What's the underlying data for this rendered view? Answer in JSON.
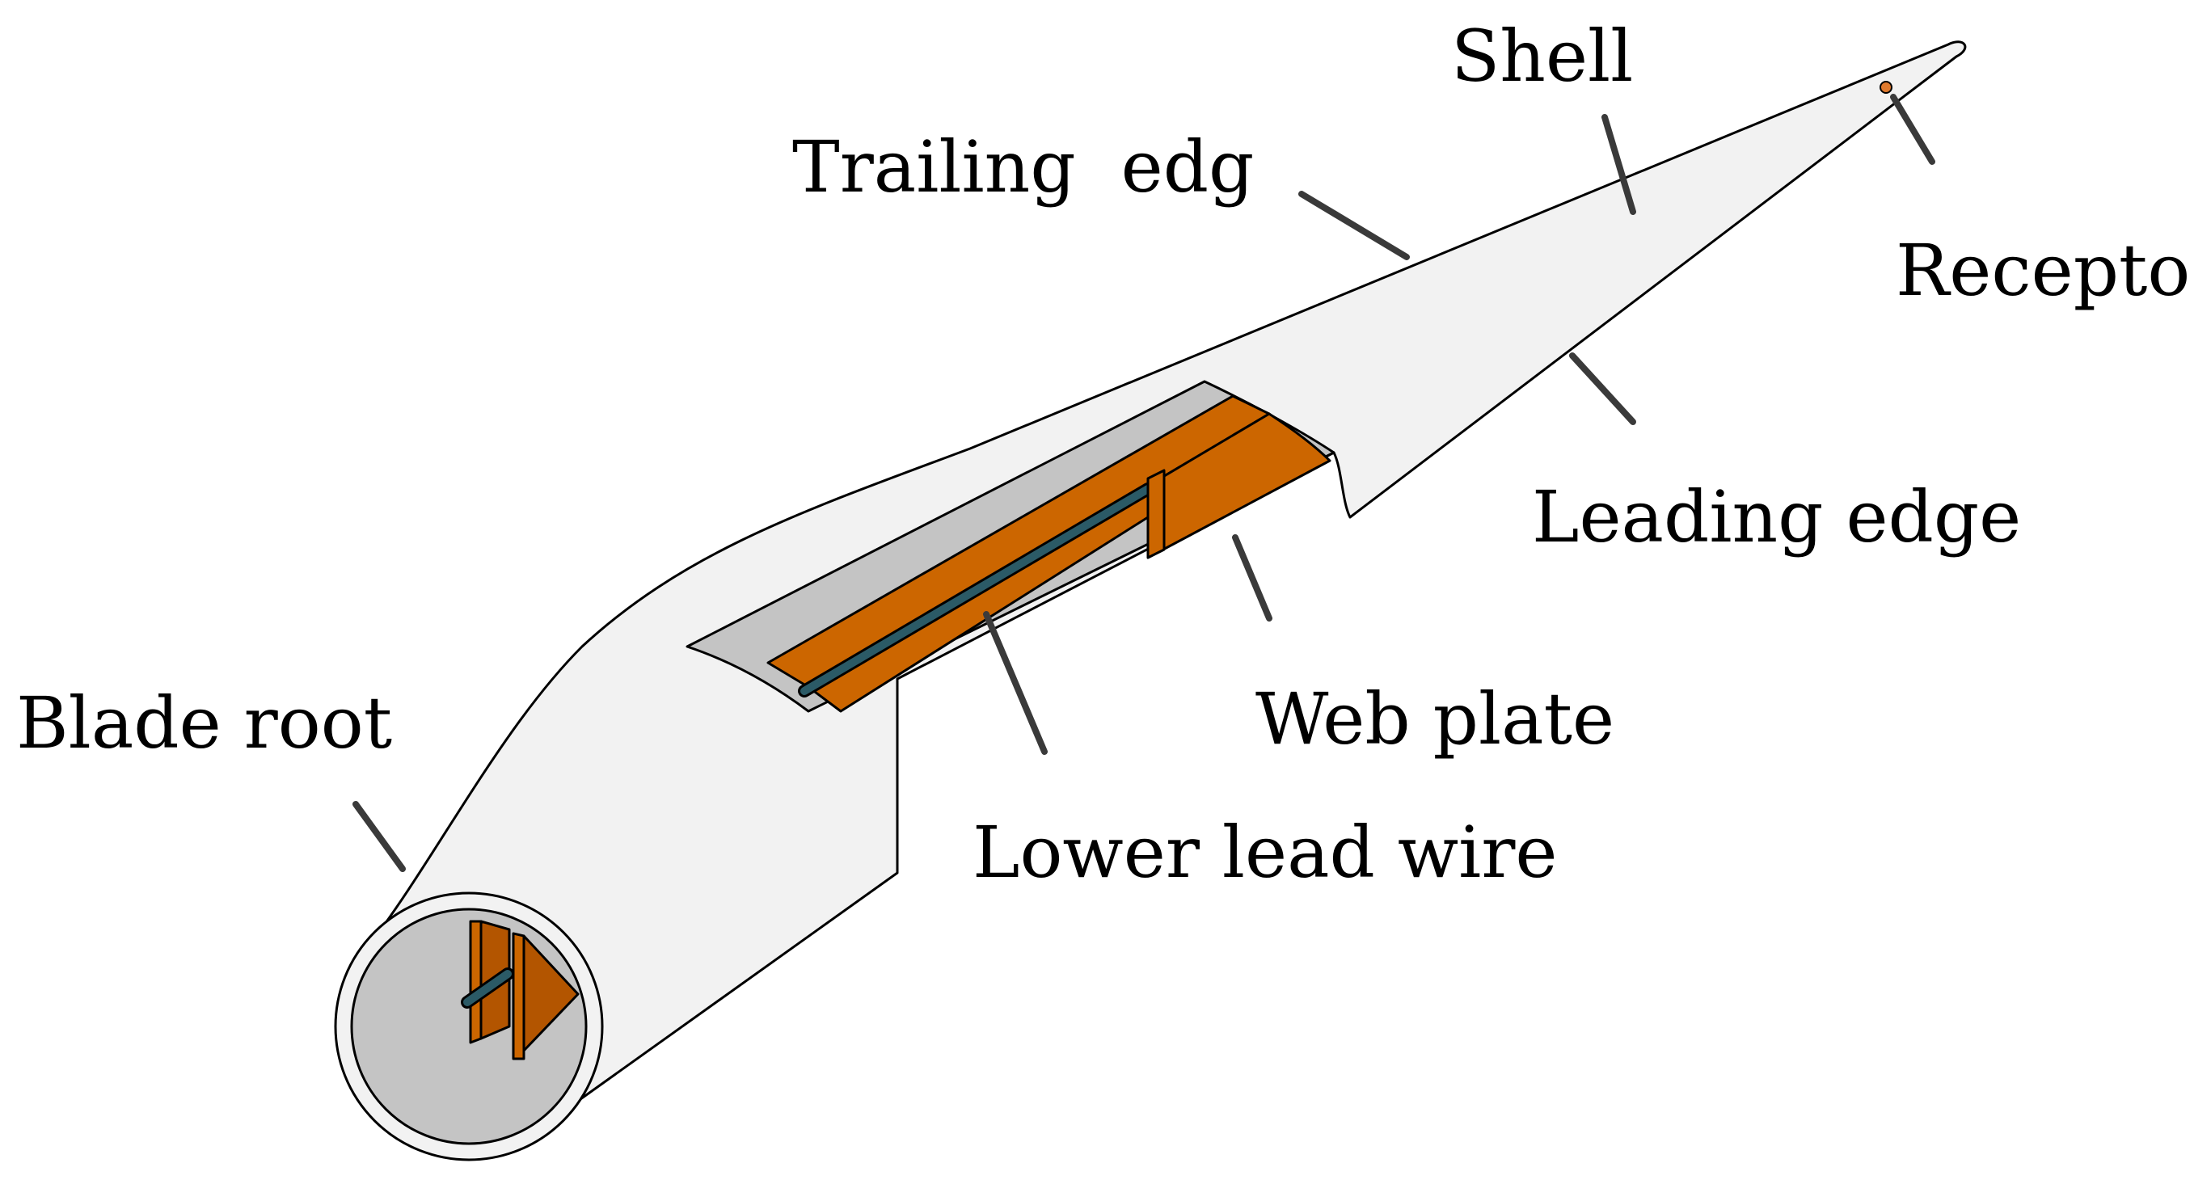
{
  "labels": {
    "shell": "Shell",
    "trailing_edge": "Trailing  edg",
    "receptor": "Recepto",
    "leading_edge": "Leading edge",
    "web_plate": "Web plate",
    "blade_root": "Blade root",
    "lower_lead_wire": "Lower lead wire"
  },
  "colors": {
    "shell": "#f2f2f2",
    "interior": "#c4c4c4",
    "web": "#cc6600",
    "web_dark": "#b35500",
    "wire": "#2b5a66",
    "receptor": "#e07a2e",
    "outline": "#000000",
    "leader": "#3a3a3a"
  }
}
